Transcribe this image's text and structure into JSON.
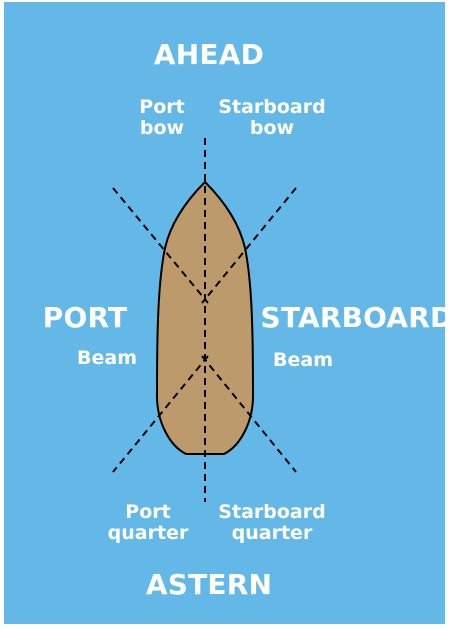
{
  "labels": {
    "ahead": "AHEAD",
    "astern": "ASTERN",
    "port": "PORT",
    "starboard": "STARBOARD",
    "port_bow": [
      "Port",
      "bow"
    ],
    "starboard_bow": [
      "Starboard",
      "bow"
    ],
    "port_beam": "Beam",
    "starboard_beam": "Beam",
    "port_quarter": [
      "Port",
      "quarter"
    ],
    "starboard_quarter": [
      "Starboard",
      "quarter"
    ]
  },
  "colors": {
    "background": "#63b8e7",
    "hull_fill": "#bd9a6b",
    "hull_outline": "#000000",
    "text": "#ffffff",
    "lines": "#000000"
  }
}
